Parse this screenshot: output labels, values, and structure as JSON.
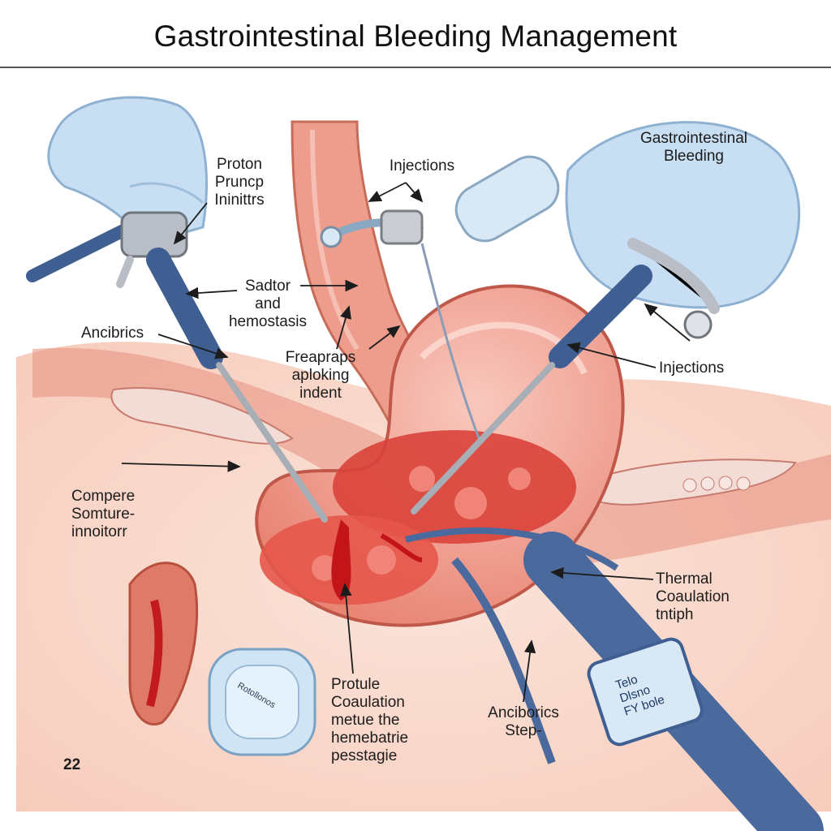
{
  "header": {
    "title": "Gastrointestinal Bleeding Management"
  },
  "labels": {
    "proton_pump": "Proton\nPruncp\nIninittrs",
    "injections_top": "Injections",
    "gi_bleeding": "Gastrointestinal\nBleeding",
    "sadtor": "Sadtor\nand\nhemostasis",
    "ancibrics": "Ancibrics",
    "freapraps": "Freapraps\naploking\nindent",
    "injections_right": "Injections",
    "compere": "Compere\nSomture-\ninnoitorr",
    "thermal": "Thermal\nCoaulation\ntntiph",
    "protule": "Protule\nCoaulation\nmetue the\nhemebatrie\npesstagie",
    "anciborics": "Anciborics\nStep-",
    "device_screen": "Telo\nDlsno\nFY bole",
    "case_label": "Rotollonos"
  },
  "footer": {
    "page_number": "22"
  },
  "colors": {
    "tissue": "#f2b4a2",
    "tissue_dark": "#d9725e",
    "blood": "#d9302b",
    "glove": "#c8def2",
    "instrument": "#3f5f93",
    "metal": "#b9bec6"
  }
}
